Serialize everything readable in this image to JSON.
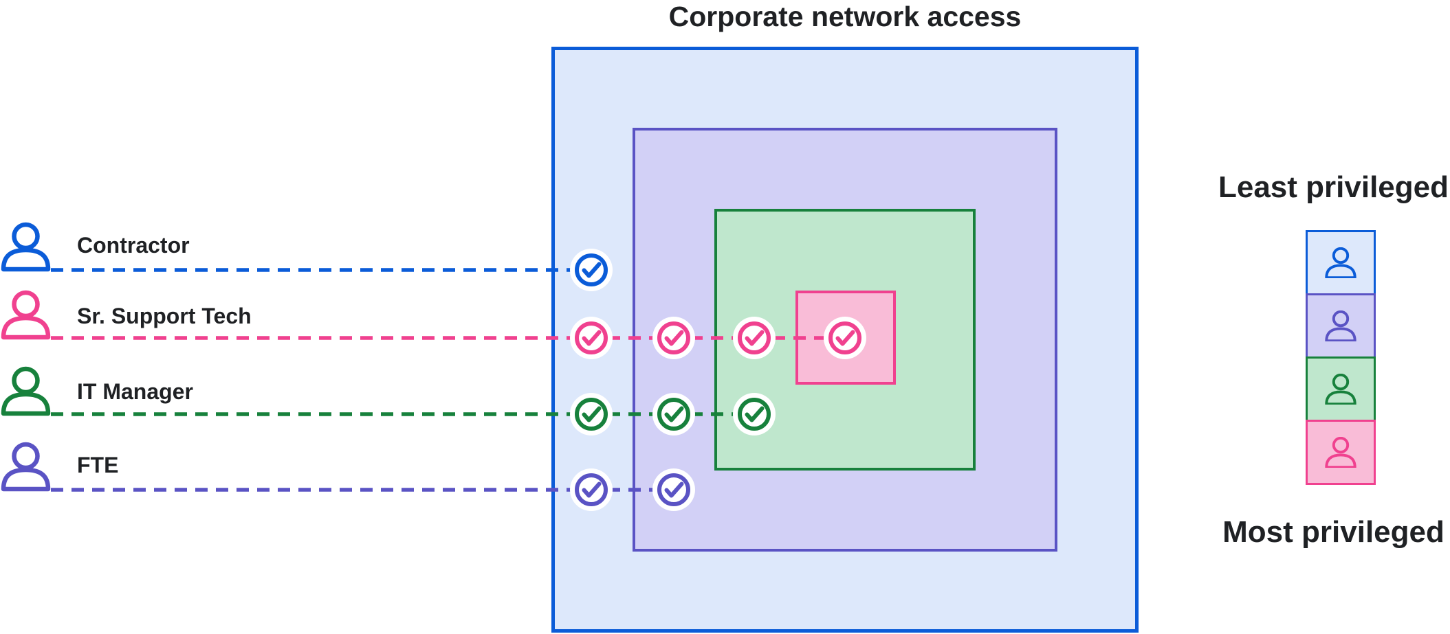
{
  "title": "Corporate network access",
  "text_color": "#1f2124",
  "background_color": "#ffffff",
  "tiers": {
    "blue": {
      "stroke": "#0b5cd8",
      "fill": "#dde8fb"
    },
    "purple": {
      "stroke": "#5a53c4",
      "fill": "#d2d0f6"
    },
    "green": {
      "stroke": "#17813c",
      "fill": "#bfe7cd"
    },
    "pink": {
      "stroke": "#f0418f",
      "fill": "#f9bcd7"
    }
  },
  "ring_order_outer_to_inner": [
    "blue",
    "purple",
    "green",
    "pink"
  ],
  "roles": [
    {
      "id": "contractor",
      "label": "Contractor",
      "tier": "blue",
      "checks": 1
    },
    {
      "id": "sr-support-tech",
      "label": "Sr. Support Tech",
      "tier": "pink",
      "checks": 4
    },
    {
      "id": "it-manager",
      "label": "IT Manager",
      "tier": "green",
      "checks": 3
    },
    {
      "id": "fte",
      "label": "FTE",
      "tier": "purple",
      "checks": 2
    }
  ],
  "icons": {
    "role_icon": "person-icon",
    "access_marker": "check-icon"
  },
  "legend": {
    "least_label": "Least privileged",
    "most_label": "Most privileged",
    "order_top_to_bottom": [
      "blue",
      "purple",
      "green",
      "pink"
    ]
  }
}
